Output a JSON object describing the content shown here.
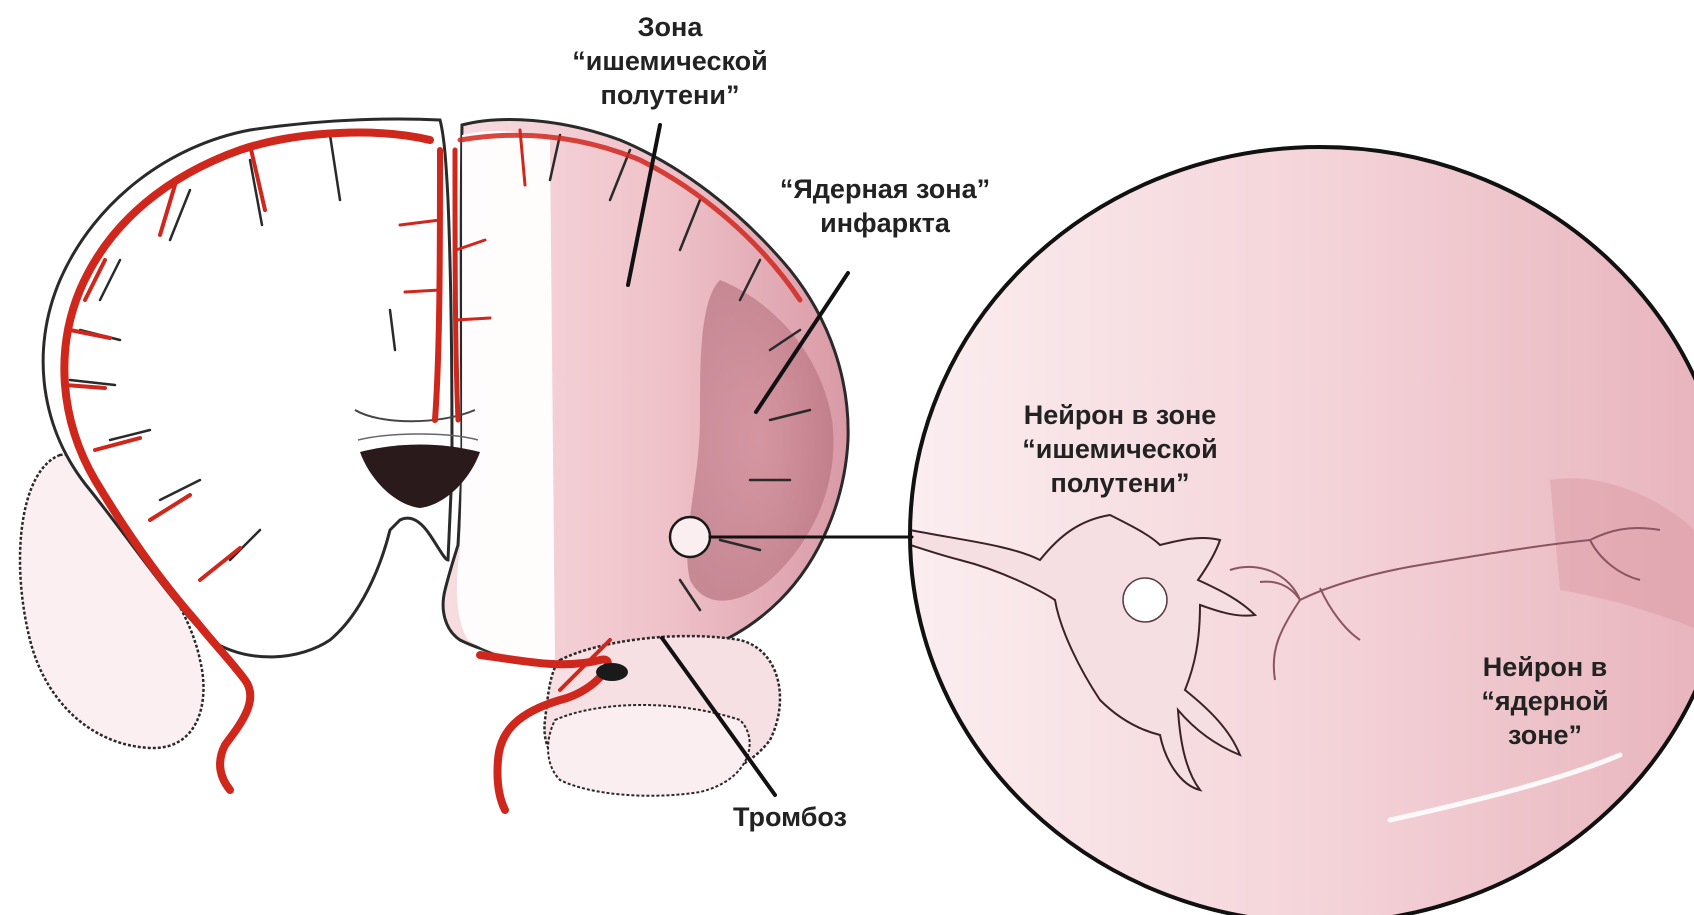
{
  "labels": {
    "penumbra_zone": {
      "lines": [
        "Зона",
        "“ишемической",
        "полутени”"
      ]
    },
    "infarct_core": {
      "lines": [
        "“Ядерная зона”",
        "инфаркта"
      ]
    },
    "neuron_penumbra": {
      "lines": [
        "Нейрон в зоне",
        "“ишемической",
        "полутени”"
      ]
    },
    "neuron_core": {
      "lines": [
        "Нейрон в",
        "“ядерной",
        "зоне”"
      ]
    },
    "thrombosis": {
      "text": "Тромбоз"
    }
  },
  "colors": {
    "artery": "#d0271d",
    "tissue_pink": "#f0c6cc",
    "core_dark": "#b06a78",
    "outline": "#1a1a1a",
    "neuron_bg": "#f3d3d8"
  }
}
